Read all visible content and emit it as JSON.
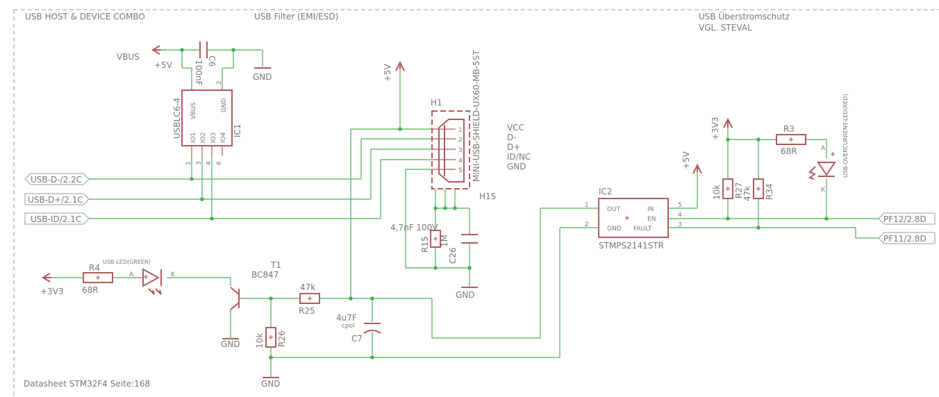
{
  "sections": {
    "host_device": "USB HOST & DEVICE COMBO",
    "filter": "USB Filter (EMI/ESD)",
    "overcurrent_1": "USB Überstromschutz",
    "overcurrent_2": "VGL. STEVAL",
    "footer": "Datasheet STM32F4  Seite:168"
  },
  "ports": {
    "usb_dm": "USB-D-/2.2C",
    "usb_dp": "USB-D+/2.1C",
    "usb_id": "USB-ID/2.1C",
    "pf12": "PF12/2.8D",
    "pf11": "PF11/2.8D"
  },
  "supplies": {
    "vbus": "VBUS",
    "plus5v_a": "+5V",
    "plus5v_b": "+5V",
    "plus5v_c": "+5V",
    "plus3v3_a": "+3V3",
    "plus3v3_b": "+3V3",
    "gnd_c6": "GND",
    "gnd_h1": "GND",
    "gnd_t1": "GND",
    "gnd_r26": "GND"
  },
  "ic1": {
    "name": "USBLC6-4",
    "ref": "IC1",
    "pin_vbus": "VBUS",
    "pin_gnd": "GND",
    "pin_io1": "IO1",
    "pin_io2": "IO2",
    "pin_io3": "IO3",
    "pin_io4": "IO4",
    "pin_2": "2",
    "pin_1": "1",
    "pin_3": "3",
    "pin_4": "4",
    "pin_6": "6"
  },
  "c6": {
    "ref": "C6",
    "value": "100nF"
  },
  "h1": {
    "ref": "H1",
    "shield": "H1S",
    "part": "MINI-USB-SHIELD-UX60-MB-5ST",
    "pins": [
      "1",
      "2",
      "3",
      "4",
      "5"
    ],
    "signals": [
      "VCC",
      "D-",
      "D+",
      "ID/NC",
      "GND"
    ]
  },
  "r15": {
    "ref": "R15",
    "value": "1M"
  },
  "c26": {
    "ref": "C26",
    "value": "4,7nF 100V"
  },
  "ic2": {
    "ref": "IC2",
    "part": "STMPS2141STR",
    "pin_out": "OUT",
    "pin_gnd": "GND",
    "pin_in": "IN",
    "pin_en": "EN",
    "pin_fault": "FAULT",
    "pin_1": "1",
    "pin_2": "2",
    "pin_3": "3",
    "pin_4": "4",
    "pin_5": "5"
  },
  "r27": {
    "ref": "R27",
    "value": "10k"
  },
  "r34": {
    "ref": "R34",
    "value": "47k"
  },
  "r3": {
    "ref": "R3",
    "value": "68R"
  },
  "led_red": {
    "name": "USB-OVERCURRENT-LED(RED)",
    "anode": "A",
    "cathode": "K"
  },
  "r4": {
    "ref": "R4",
    "value": "68R"
  },
  "led_green": {
    "name": "USB-LED(GREEN)",
    "anode": "A",
    "cathode": "K"
  },
  "t1": {
    "ref": "T1",
    "part": "BC847"
  },
  "r25": {
    "ref": "R25",
    "value": "47k"
  },
  "r26": {
    "ref": "R26",
    "value": "10k"
  },
  "c7": {
    "ref": "C7",
    "value": "4u7F",
    "dielectric": "cpol"
  },
  "colors": {
    "wire": "#4caf50",
    "part": "#b05a5a",
    "text": "#777777",
    "frame": "#9a9a9a"
  }
}
